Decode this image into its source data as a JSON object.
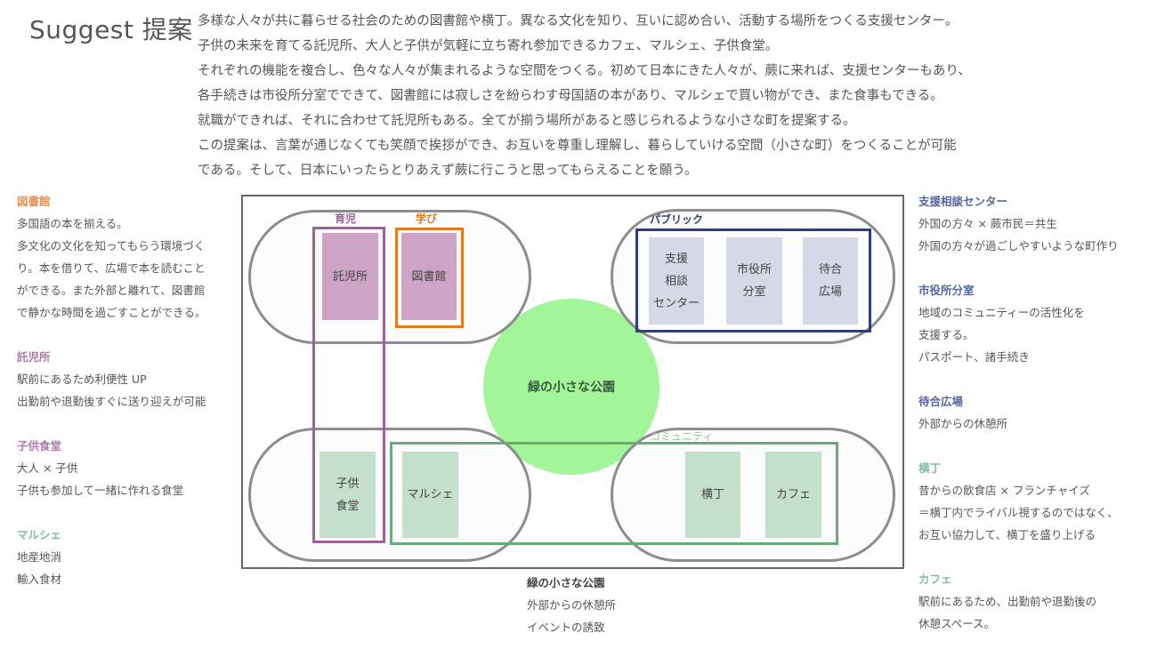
{
  "title": "Suggest 提案",
  "intro": [
    "多様な人々が共に暮らせる社会のための図書館や横丁。異なる文化を知り、互いに認め合い、活動する場所をつくる支援センター。",
    "子供の未来を育てる託児所、大人と子供が気軽に立ち寄れ参加できるカフェ、マルシェ、子供食堂。",
    "それぞれの機能を複合し、色々な人々が集まれるような空間をつくる。初めて日本にきた人々が、蕨に来れば、支援センターもあり、",
    "各手続きは市役所分室でできて、図書館には寂しさを紛らわす母国語の本があり、マルシェで買い物ができ、また食事もできる。",
    "就職ができれば、それに合わせて託児所もある。全てが揃う場所があると感じられるような小さな町を提案する。",
    "この提案は、言葉が通じなくても笑顔で挨拶ができ、お互いを尊重し理解し、暮らしていける空間（小さな町）をつくることが可能",
    "である。そして、日本にいったらとりあえず蕨に行こうと思ってもらえることを願う。"
  ],
  "left": [
    {
      "heading": "図書館",
      "color": "#e89050",
      "lines": [
        "多国語の本を揃える。",
        "多文化の文化を知ってもらう環境づく",
        "り。本を借りて、広場で本を読むこと",
        "ができる。また外部と離れて、図書館",
        "で静かな時間を過ごすことができる。"
      ]
    },
    {
      "heading": "託児所",
      "color": "#b07aa8",
      "lines": [
        "駅前にあるため利便性 UP",
        "出勤前や退勤後すぐに送り迎えが可能"
      ]
    },
    {
      "heading": "子供食堂",
      "color": "#b07aa8",
      "lines": [
        "大人 × 子供",
        "子供も参加して一緒に作れる食堂"
      ]
    },
    {
      "heading": "マルシェ",
      "color": "#7fc0a0",
      "lines": [
        "地産地消",
        "輸入食材"
      ]
    }
  ],
  "right": [
    {
      "heading": "支援相談センター",
      "color": "#5566a0",
      "lines": [
        "外国の方々 × 蕨市民＝共生",
        "外国の方々が過ごしやすいような町作り"
      ]
    },
    {
      "heading": "市役所分室",
      "color": "#5566a0",
      "lines": [
        "地域のコミュニティーの活性化を",
        "支援する。",
        "パスポート、諸手続き"
      ]
    },
    {
      "heading": "待合広場",
      "color": "#5566a0",
      "lines": [
        "外部からの休憩所"
      ]
    },
    {
      "heading": "横丁",
      "color": "#7fc0a0",
      "lines": [
        "昔からの飲食店 × フランチャイズ",
        "＝横丁内でライバル視するのではなく、",
        "お互い協力して、横丁を盛り上げる"
      ]
    },
    {
      "heading": "カフェ",
      "color": "#7fc0a0",
      "lines": [
        "駅前にあるため、出勤前や退勤後の",
        "休憩スペース。"
      ]
    }
  ],
  "diagram": {
    "park": "緑の小さな公園",
    "groups": {
      "childcare": "育児",
      "learning": "学び",
      "public": "パブリック",
      "community": "コミュニティ"
    },
    "facilities": {
      "nursery": "託児所",
      "library": "図書館",
      "support": "支援\n相談\nセンター",
      "cityhall": "市役所\n分室",
      "plaza": "待合\n広場",
      "kids_diner": "子供\n食堂",
      "marche": "マルシェ",
      "yokocho": "横丁",
      "cafe": "カフェ"
    },
    "colors": {
      "childcare": "#a0609a",
      "learning": "#e07b20",
      "public": "#2e3f7f",
      "community": "#6aa97a",
      "park": "#a3f59a"
    }
  },
  "caption": {
    "heading": "緑の小さな公園",
    "lines": [
      "外部からの休憩所",
      "イベントの誘致"
    ]
  }
}
